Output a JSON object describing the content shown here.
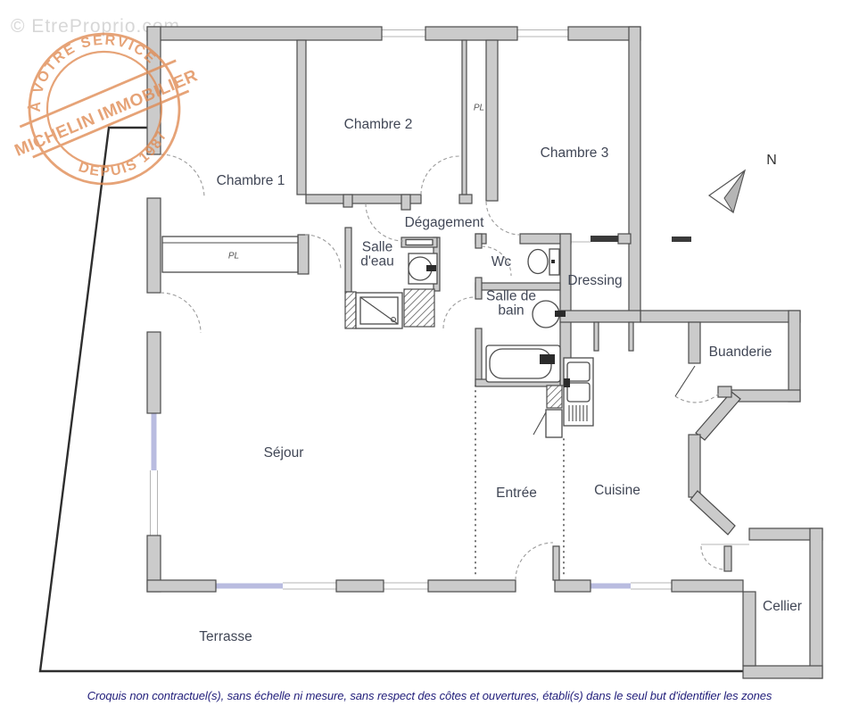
{
  "watermark": {
    "text": "© EtreProprio.com"
  },
  "stamp": {
    "top_arc": "À VOTRE SERVICE",
    "band": "MICHELIN IMMOBILIER",
    "bottom_arc": "DEPUIS 1987",
    "color": "#e08a52"
  },
  "compass": {
    "label": "N"
  },
  "rooms": {
    "chambre1": {
      "label": "Chambre 1"
    },
    "chambre2": {
      "label": "Chambre 2"
    },
    "chambre3": {
      "label": "Chambre 3"
    },
    "degagement": {
      "label": "Dégagement"
    },
    "salle_deau": {
      "label": "Salle d'eau"
    },
    "wc": {
      "label": "Wc"
    },
    "dressing": {
      "label": "Dressing"
    },
    "salle_de_bain": {
      "label": "Salle de bain"
    },
    "buanderie": {
      "label": "Buanderie"
    },
    "sejour": {
      "label": "Séjour"
    },
    "entree": {
      "label": "Entrée"
    },
    "cuisine": {
      "label": "Cuisine"
    },
    "cellier": {
      "label": "Cellier"
    },
    "terrasse": {
      "label": "Terrasse"
    }
  },
  "closets": {
    "pl_chambre1": "PL",
    "pl_chambre3": "PL"
  },
  "caption": {
    "text": "Croquis non contractuel(s), sans échelle ni mesure, sans respect des côtes et ouvertures, établi(s) dans le seul but d'identifier les zones"
  },
  "colors": {
    "wall_fill": "#cbcbcb",
    "wall_stroke": "#4c4c4c",
    "window": "#b9bce0",
    "label": "#414756",
    "caption": "#201d7a",
    "stamp": "#e08a52"
  }
}
